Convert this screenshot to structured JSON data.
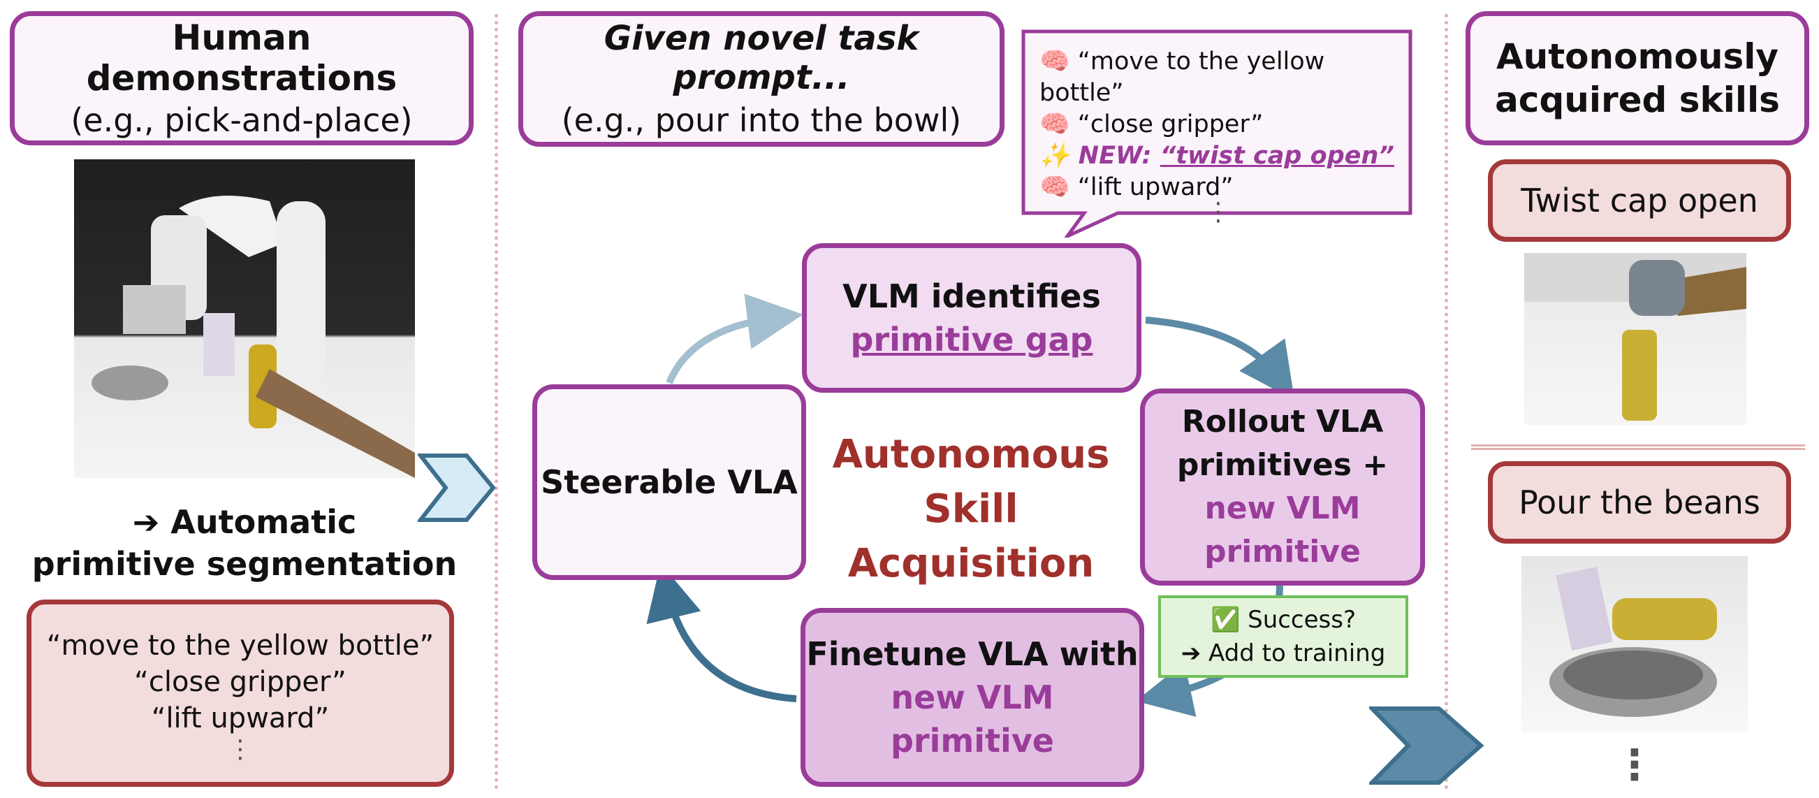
{
  "left": {
    "header_title": "Human demonstrations",
    "header_sub": "(e.g., pick-and-place)",
    "segmentation_line1": "➔ Automatic",
    "segmentation_line2": "primitive segmentation",
    "primitives": [
      "“move to the yellow bottle”",
      "“close gripper”",
      "“lift upward”"
    ],
    "ellipsis": "⋮"
  },
  "middle": {
    "prompt_title": "Given novel task prompt...",
    "prompt_sub": "(e.g., pour into the bowl)",
    "bubble": {
      "line1": "“move to the yellow bottle”",
      "line2": "“close gripper”",
      "new_label": "NEW: ",
      "new_value": "“twist cap open”",
      "line4": "“lift upward”",
      "ellipsis": "⋮"
    },
    "vlm_line1": "VLM identifies",
    "vlm_line2": "primitive gap",
    "steerable": "Steerable VLA",
    "center_line1": "Autonomous",
    "center_line2": "Skill",
    "center_line3": "Acquisition",
    "rollout_line1": "Rollout VLA",
    "rollout_line2": "primitives +",
    "rollout_line3": "new VLM",
    "rollout_line4": "primitive",
    "success_line1": "✅ Success?",
    "success_line2": "➔ Add to training",
    "finetune_line1": "Finetune VLA with",
    "finetune_line2": "new VLM",
    "finetune_line3": "primitive"
  },
  "right": {
    "header_line1": "Autonomously",
    "header_line2": "acquired skills",
    "skill1": "Twist cap open",
    "skill2": "Pour the beans",
    "ellipsis": "⋮"
  },
  "colors": {
    "purple": "#9a3c9a",
    "red": "#a5383a",
    "arrow_blue": "#3d6f8e",
    "arrow_light": "#a3bfd0",
    "success_green": "#6fbf5a"
  }
}
